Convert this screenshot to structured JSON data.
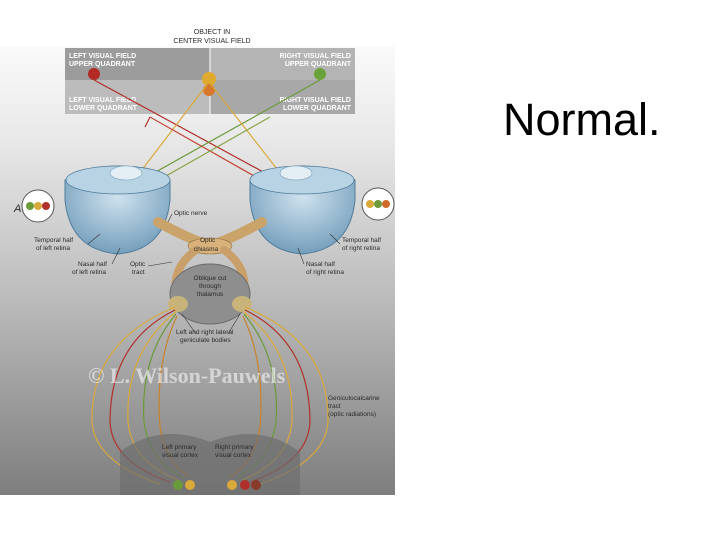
{
  "slide": {
    "title": "Normal."
  },
  "figure": {
    "object_label_1": "OBJECT IN",
    "object_label_2": "CENTER VISUAL FIELD",
    "quadrants": {
      "left_upper_1": "LEFT VISUAL FIELD",
      "left_upper_2": "UPPER QUADRANT",
      "left_lower_1": "LEFT VISUAL FIELD",
      "left_lower_2": "LOWER QUADRANT",
      "right_upper_1": "RIGHT VISUAL FIELD",
      "right_upper_2": "UPPER QUADRANT",
      "right_lower_1": "RIGHT VISUAL FIELD",
      "right_lower_2": "LOWER QUADRANT"
    },
    "panel_letter": "A",
    "labels": {
      "optic_nerve": "Optic nerve",
      "optic_chiasma_1": "Optic",
      "optic_chiasma_2": "chiasma",
      "temporal_left_1": "Temporal half",
      "temporal_left_2": "of left retina",
      "nasal_left_1": "Nasal half",
      "nasal_left_2": "of left retina",
      "optic_tract_1": "Optic",
      "optic_tract_2": "tract",
      "oblique_1": "Oblique cut",
      "oblique_2": "through",
      "oblique_3": "thalamus",
      "temporal_right_1": "Temporal half",
      "temporal_right_2": "of right retina",
      "nasal_right_1": "Nasal half",
      "nasal_right_2": "of right retina",
      "lgn_1": "Left and right lateral",
      "lgn_2": "geniculate bodies",
      "gct_1": "Geniculocalcarine",
      "gct_2": "tract",
      "gct_3": "(optic radiations)",
      "left_cortex_1": "Left primary",
      "left_cortex_2": "visual cortex",
      "right_cortex_1": "Right primary",
      "right_cortex_2": "visual cortex"
    },
    "watermark": "© L. Wilson-Pauwels",
    "colors": {
      "red_path": "#b0302a",
      "yellow_path": "#d9a93a",
      "green_path": "#6a9a3a",
      "orange_path": "#d06a2a",
      "eye_blue": "#8fb6cf",
      "brain_gray": "#9a9a9a"
    }
  }
}
